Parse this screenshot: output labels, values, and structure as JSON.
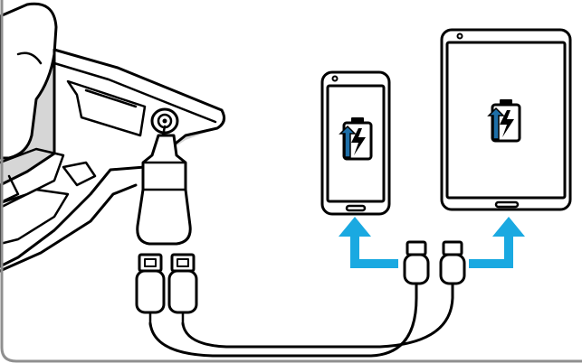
{
  "colors": {
    "line": "#000000",
    "arrow": "#1aa9e1",
    "battery_fill": "#1e6fa8",
    "console_shadow": "#d6d6d6",
    "frame": "#8f8f8f",
    "background": "#ffffff"
  },
  "icons": {
    "phone_battery": "charging-battery-icon",
    "tablet_battery": "charging-battery-icon",
    "phone_arrow": "up-arrow-icon",
    "tablet_arrow": "up-arrow-icon"
  },
  "devices": [
    "car-console-socket",
    "car-charger",
    "smartphone",
    "tablet"
  ]
}
